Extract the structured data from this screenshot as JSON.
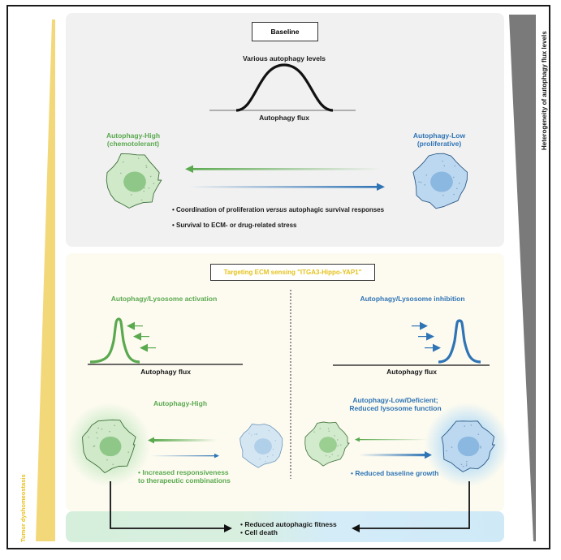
{
  "side_labels": {
    "right": "Heterogeneity of autophagy flux levels",
    "left": "Tumor dyshomeostasis"
  },
  "baseline": {
    "title": "Baseline",
    "curve_label": "Various autophagy levels",
    "axis_label": "Autophagy flux",
    "cell_high": {
      "line1": "Autophagy-High",
      "line2": "(chemotolerant)"
    },
    "cell_low": {
      "line1": "Autophagy-Low",
      "line2": "(proliferative)"
    },
    "bullets": [
      {
        "prefix": "• Coordination of proliferation ",
        "italic": "versus",
        "suffix": " autophagic survival responses"
      },
      {
        "text": "• Survival to ECM- or drug-related stress"
      }
    ]
  },
  "targeting": {
    "title": "Targeting ECM sensing \"ITGA3-Hippo-YAP1\"",
    "left": {
      "heading": "Autophagy/Lysosome activation",
      "axis_label": "Autophagy flux",
      "state_label": "Autophagy-High",
      "bullet_line1": "• Increased responsiveness",
      "bullet_line2": "to therapeutic combinations"
    },
    "right": {
      "heading": "Autophagy/Lysosome inhibition",
      "axis_label": "Autophagy flux",
      "state_line1": "Autophagy-Low/Deficient;",
      "state_line2": "Reduced lysosome function",
      "bullet": "• Reduced baseline growth"
    }
  },
  "outcome": {
    "line1": "• Reduced autophagic fitness",
    "line2": "• Cell death"
  },
  "colors": {
    "green": "#5aa94f",
    "blue": "#2f74b5",
    "yellow": "#e5c21c",
    "gray_wedge": "#7a7a7a",
    "yellow_wedge": "#f3d87a"
  }
}
